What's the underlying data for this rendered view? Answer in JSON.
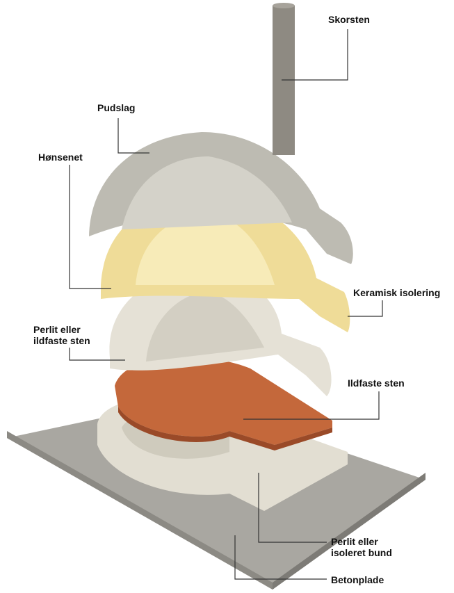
{
  "labels": {
    "chimney": "Skorsten",
    "plaster": "Pudslag",
    "chicken_wire": "Hønsenet",
    "ceramic_insulation": "Keramisk isolering",
    "perlite_or_firebrick_line1": "Perlit eller",
    "perlite_or_firebrick_line2": "ildfaste sten",
    "firebrick": "Ildfaste sten",
    "insulated_base_line1": "Perlit eller",
    "insulated_base_line2": "isoleret bund",
    "concrete_slab": "Betonplade"
  },
  "colors": {
    "concrete": "#a8a6a0",
    "plaster": "#b9b7ae",
    "insulation": "#f2e2a0",
    "perlite": "#e4e0d4",
    "brick": "#c2663a",
    "chimney": "#8e8a82"
  }
}
